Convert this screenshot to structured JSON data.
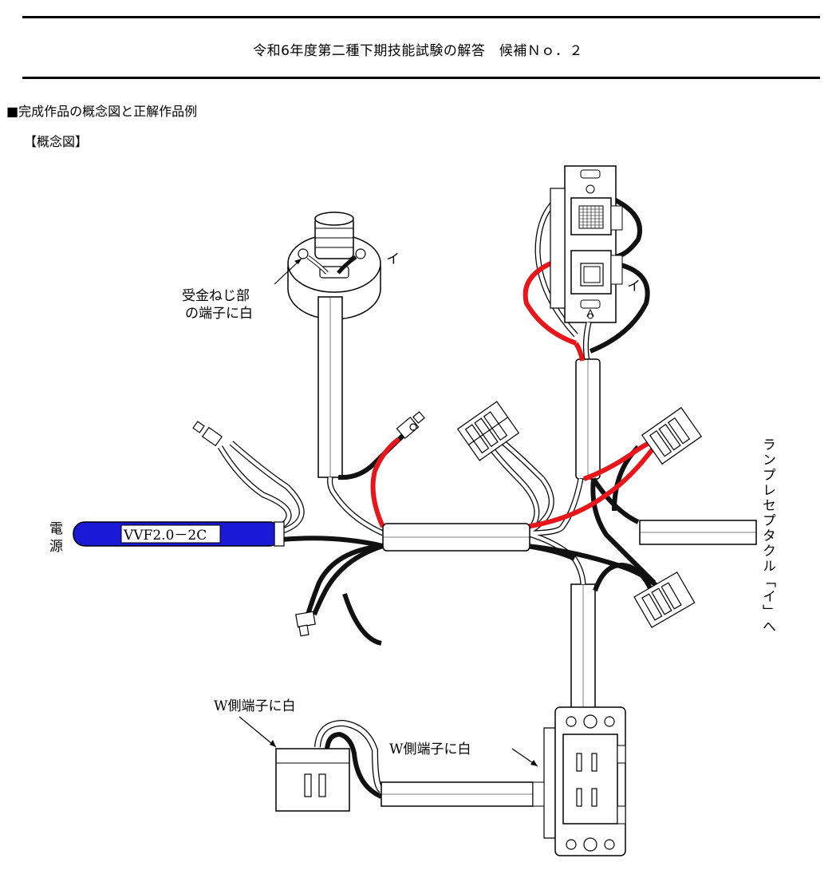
{
  "header": {
    "title": "令和6年度第二種下期技能試験の解答　候補Ｎｏ．２",
    "section_heading": "■完成作品の概念図と正解作品例",
    "subheading": "【概念図】"
  },
  "diagram": {
    "labels": {
      "lamp_receptacle_note_line1": "受金ねじ部",
      "lamp_receptacle_note_line2": "の端子に白",
      "lamp_terminal_i": "イ",
      "switch_terminal_i": "イ",
      "power_label_line1": "電",
      "power_label_line2": "源",
      "cable_label": "VVF2.0－2C",
      "to_receptacle_note": "ランプレセプタクル「イ」へ",
      "outlet_w_note_left": "W側端子に白",
      "outlet_w_note_right": "W側端子に白"
    },
    "colors": {
      "power_cable": "#1a1ad6",
      "wire_red": "#e8161a",
      "wire_black": "#111111",
      "wire_white": "#ffffff"
    }
  }
}
